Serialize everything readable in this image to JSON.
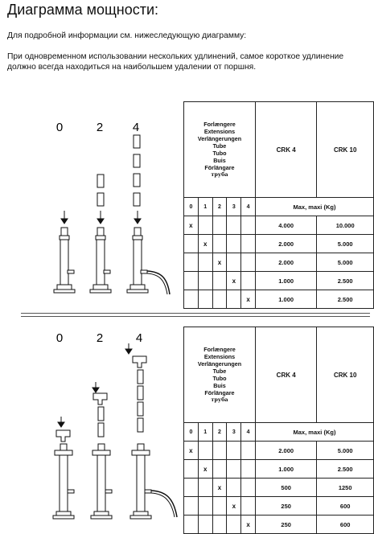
{
  "title": "Диаграмма мощности:",
  "intro": "Для подробной информации см. нижеследующую диаграмму:",
  "note": "При одновременном использовании нескольких удлинений, самое короткое удлинение должно всегда находиться на наибольшем удалении от поршня.",
  "diagram1": {
    "labels": [
      "0",
      "2",
      "4"
    ]
  },
  "diagram2": {
    "labels": [
      "0",
      "2",
      "4"
    ]
  },
  "header_words": [
    "Forlængere",
    "Extensions",
    "Verlängerungen",
    "Tube",
    "Tubo",
    "Buis",
    "Förlängare",
    "труба"
  ],
  "index_cols": [
    "0",
    "1",
    "2",
    "3",
    "4"
  ],
  "max_label": "Max, maxi (Kg)",
  "mark": "x",
  "table1": {
    "models": [
      "CRK 4",
      "CRK 10"
    ],
    "rows": [
      {
        "col": 0,
        "crk4": "4.000",
        "crk10": "10.000"
      },
      {
        "col": 1,
        "crk4": "2.000",
        "crk10": "5.000"
      },
      {
        "col": 2,
        "crk4": "2.000",
        "crk10": "5.000"
      },
      {
        "col": 3,
        "crk4": "1.000",
        "crk10": "2.500"
      },
      {
        "col": 4,
        "crk4": "1.000",
        "crk10": "2.500"
      }
    ]
  },
  "table2": {
    "models": [
      "CRK 4",
      "CRK 10"
    ],
    "rows": [
      {
        "col": 0,
        "crk4": "2.000",
        "crk10": "5.000"
      },
      {
        "col": 1,
        "crk4": "1.000",
        "crk10": "2.500"
      },
      {
        "col": 2,
        "crk4": "500",
        "crk10": "1250"
      },
      {
        "col": 3,
        "crk4": "250",
        "crk10": "600"
      },
      {
        "col": 4,
        "crk4": "250",
        "crk10": "600"
      }
    ]
  }
}
